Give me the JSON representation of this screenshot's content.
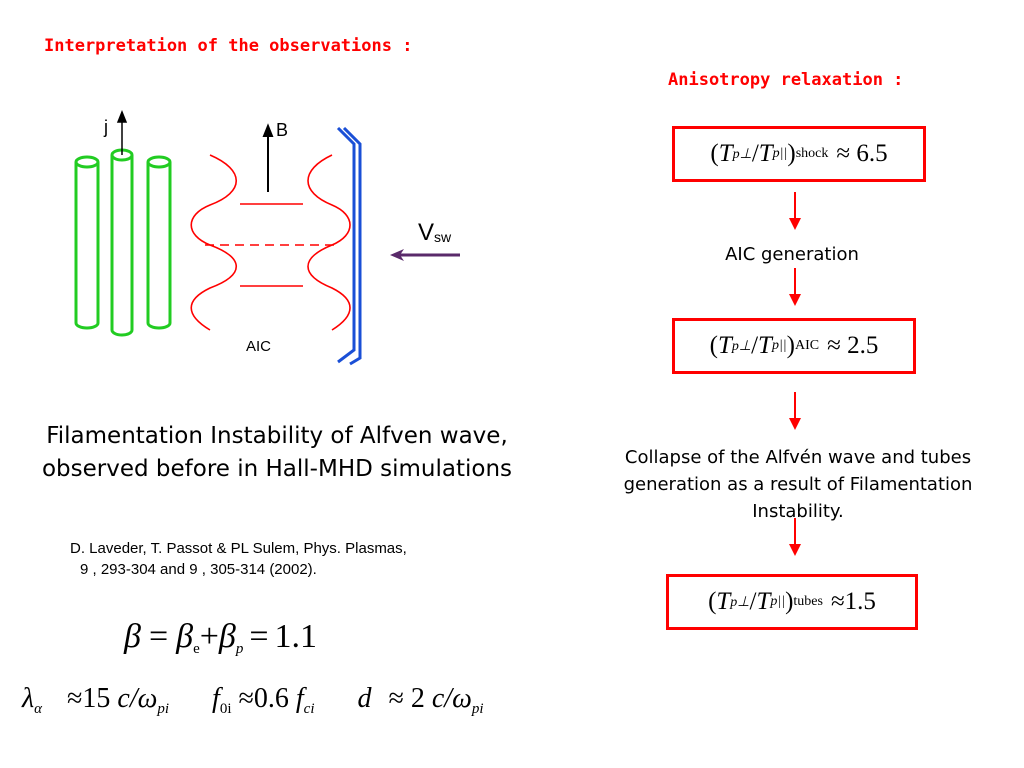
{
  "left": {
    "heading": "Interpretation of the observations :",
    "diagram": {
      "label_j": "j",
      "label_B": "B",
      "label_vsw_main": "V",
      "label_vsw_sub": "sw",
      "label_aic": "AIC"
    },
    "description": "Filamentation Instability of Alfven wave, observed before in Hall-MHD simulations",
    "reference_line1": "D. Laveder, T. Passot & PL Sulem, Phys. Plasmas,",
    "reference_line2": "9 , 293-304 and 9 , 305-314 (2002).",
    "beta_eq": {
      "beta": "β",
      "equals": "=",
      "beta_e_sub": "e",
      "plus": "+",
      "beta_p_sub": "p",
      "value": "1.1"
    },
    "params": {
      "lambda": "λ",
      "lambda_sub": "α",
      "lambda_val": "≈15",
      "c_over": "c/ω",
      "pi_sub": "pi",
      "f": "f",
      "f_sub": "0i",
      "f_val": "≈0.6",
      "fci": "f",
      "fci_sub": "ci",
      "d": "d",
      "d_val": "≈ 2",
      "c_over2": "c/ω",
      "pi_sub2": "pi"
    }
  },
  "right": {
    "heading": "Anisotropy relaxation :",
    "box1": {
      "sub": "shock",
      "value": "≈ 6.5"
    },
    "step1": "AIC generation",
    "box2": {
      "sub": "AIC",
      "value": "≈ 2.5"
    },
    "step2": "Collapse of the Alfvén wave and tubes generation as a result of Filamentation Instability.",
    "box3": {
      "sub": "tubes",
      "value": "≈1.5"
    },
    "ratio": {
      "open": "(",
      "T": "T",
      "perp_sub": "p⊥",
      "slash": "/",
      "par_sub": "p||",
      "close": ")"
    }
  },
  "colors": {
    "accent_red": "#ff0000",
    "tube_green": "#22cc22",
    "shock_blue": "#1a4fd6",
    "arrow_purple": "#5a2a6a"
  }
}
